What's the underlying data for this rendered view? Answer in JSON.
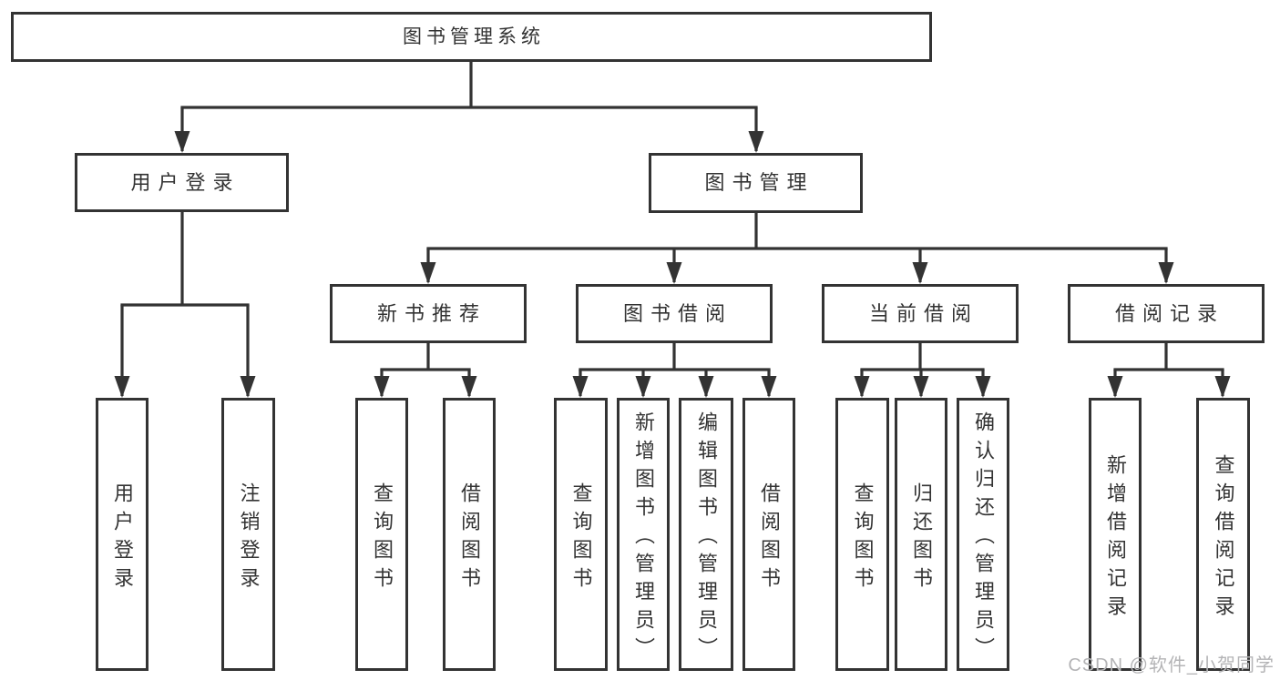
{
  "colors": {
    "line": "#333333",
    "box_border": "#333333",
    "text": "#333333",
    "watermark": "#b4b4b6",
    "background": "#ffffff"
  },
  "watermark": "CSDN @软件_小贺同学",
  "tree": {
    "root": {
      "label": "图书管理系统"
    },
    "user_login": {
      "label": "用户登录",
      "children": {
        "login": "用户登录",
        "logout": "注销登录"
      }
    },
    "book_mgmt": {
      "label": "图书管理",
      "new_book_rec": {
        "label": "新书推荐",
        "children": {
          "query_book": "查询图书",
          "borrow_book": "借阅图书"
        }
      },
      "book_borrow": {
        "label": "图书借阅",
        "children": {
          "query_book": "查询图书",
          "add_book": "新增图书（管理员）",
          "edit_book": "编辑图书（管理员）",
          "borrow_book": "借阅图书"
        }
      },
      "current_borrow": {
        "label": "当前借阅",
        "children": {
          "query_book": "查询图书",
          "return_book": "归还图书",
          "confirm_return": "确认归还（管理员）"
        }
      },
      "borrow_record": {
        "label": "借阅记录",
        "children": {
          "add_record": "新增借阅记录",
          "query_record": "查询借阅记录"
        }
      }
    }
  }
}
